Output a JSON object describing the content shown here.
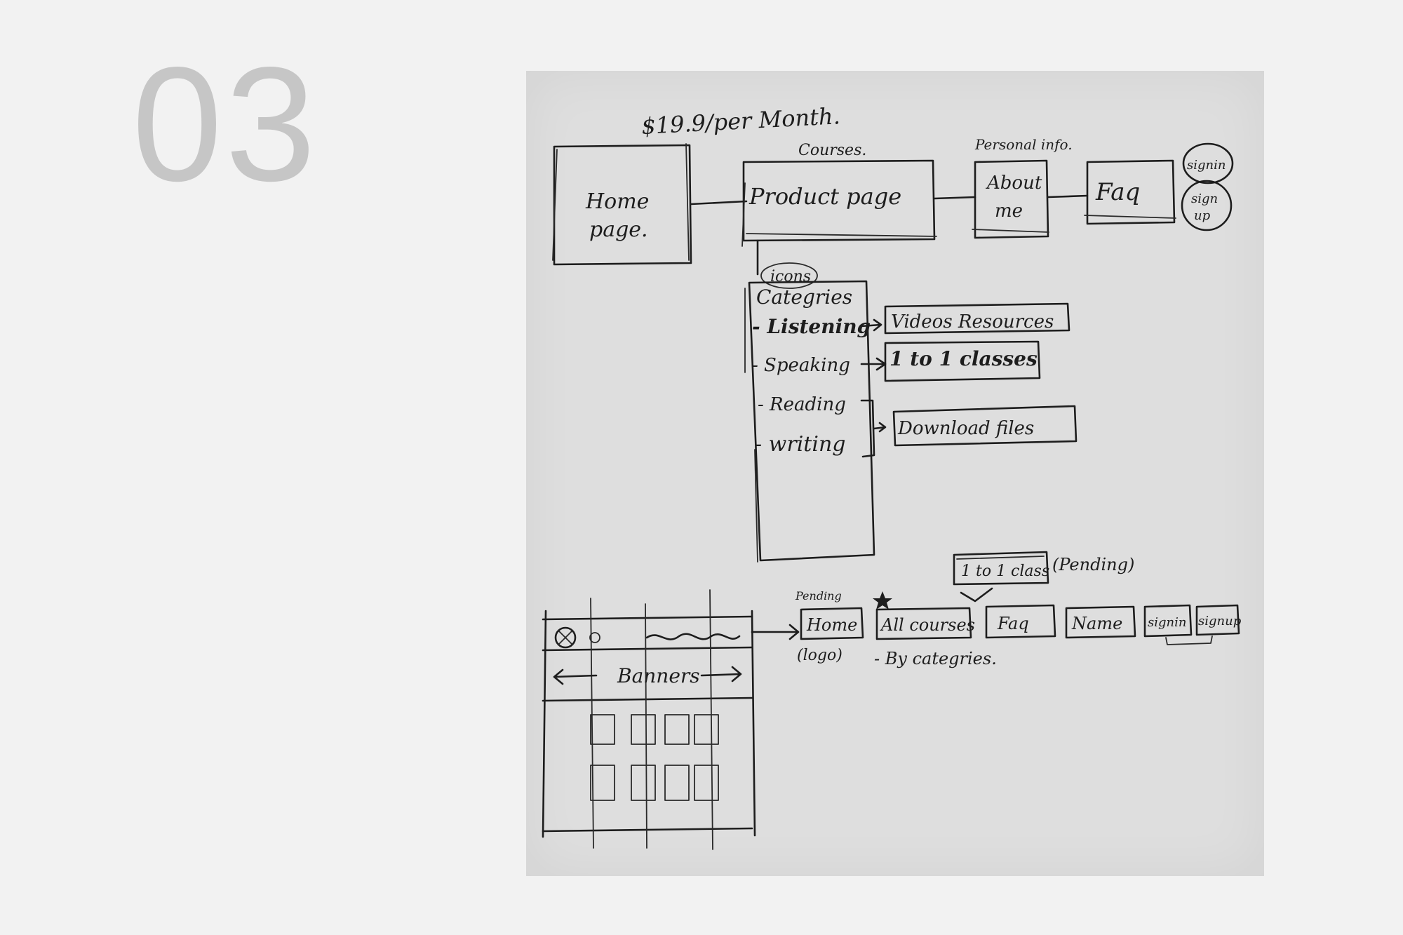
{
  "slide": {
    "step_number": "03"
  },
  "sketch": {
    "price_note": "$19.9/per Month.",
    "courses_note": "Courses.",
    "personal_info_note": "Personal info.",
    "home_page": [
      "Home",
      "page."
    ],
    "product_page": "Product page",
    "about_me": [
      "About",
      "me"
    ],
    "faq": "Faq",
    "sign_in": "signin",
    "sign_up": [
      "sign",
      "up"
    ],
    "icons_note": "icons",
    "categories": "Categries",
    "category_items": [
      "- Listening",
      "- Speaking",
      "- Reading",
      "- writing"
    ],
    "resources": [
      "Videos Resources",
      "1 to 1 classes",
      "Download files"
    ],
    "pending_class": "1 to 1 class",
    "pending_note": "(Pending)",
    "pending_small": "Pending",
    "nav_items": [
      "Home",
      "All courses",
      "Faq",
      "Name",
      "signin",
      "signup"
    ],
    "logo_note": "(logo)",
    "by_categories": "- By categries.",
    "banners": "Banners"
  }
}
